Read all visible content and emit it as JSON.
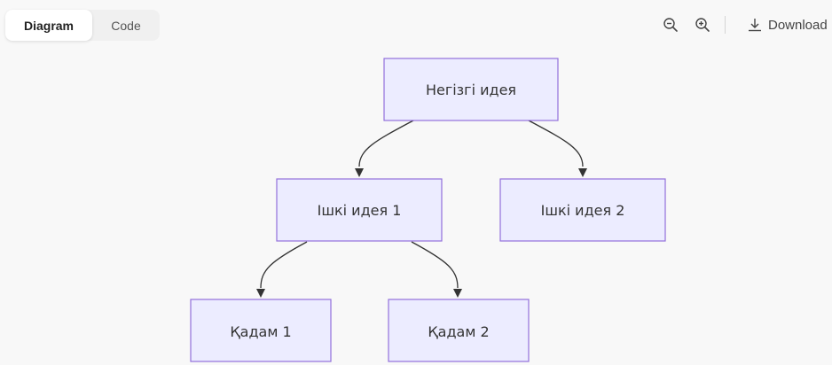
{
  "toolbar": {
    "tabs": [
      {
        "label": "Diagram",
        "active": true
      },
      {
        "label": "Code",
        "active": false
      }
    ],
    "zoom_out_icon": "zoom-out-icon",
    "zoom_in_icon": "zoom-in-icon",
    "download_icon": "download-icon",
    "download_label": "Download"
  },
  "diagram": {
    "type": "flowchart-top-down",
    "colors": {
      "node_fill": "#ececff",
      "node_stroke": "#9370db",
      "edge": "#333333"
    },
    "nodes": [
      {
        "id": "root",
        "label": "Негізгі идея"
      },
      {
        "id": "sub1",
        "label": "Ішкі идея 1"
      },
      {
        "id": "sub2",
        "label": "Ішкі идея 2"
      },
      {
        "id": "step1",
        "label": "Қадам 1"
      },
      {
        "id": "step2",
        "label": "Қадам 2"
      }
    ],
    "edges": [
      {
        "from": "root",
        "to": "sub1"
      },
      {
        "from": "root",
        "to": "sub2"
      },
      {
        "from": "sub1",
        "to": "step1"
      },
      {
        "from": "sub1",
        "to": "step2"
      }
    ]
  }
}
